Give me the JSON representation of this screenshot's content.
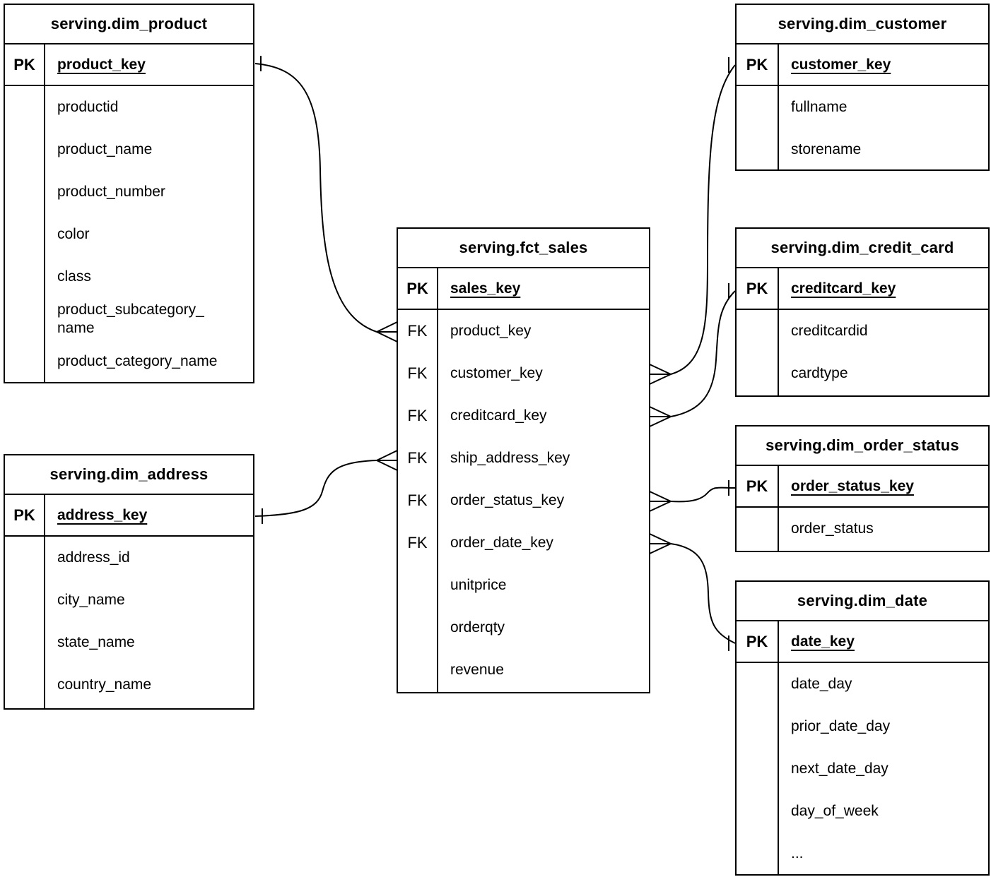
{
  "tables": {
    "dim_product": {
      "title": "serving.dim_product",
      "pk_label": "PK",
      "pk_field": "product_key",
      "fields": [
        "productid",
        "product_name",
        "product_number",
        "color",
        "class",
        "product_subcategory_\nname",
        "product_category_name"
      ]
    },
    "dim_address": {
      "title": "serving.dim_address",
      "pk_label": "PK",
      "pk_field": "address_key",
      "fields": [
        "address_id",
        "city_name",
        "state_name",
        "country_name"
      ]
    },
    "fct_sales": {
      "title": "serving.fct_sales",
      "pk_label": "PK",
      "pk_field": "sales_key",
      "fk_labels": [
        "FK",
        "FK",
        "FK",
        "FK",
        "FK",
        "FK",
        "",
        "",
        ""
      ],
      "fields": [
        "product_key",
        "customer_key",
        "creditcard_key",
        "ship_address_key",
        "order_status_key",
        "order_date_key",
        "unitprice",
        "orderqty",
        "revenue"
      ]
    },
    "dim_customer": {
      "title": "serving.dim_customer",
      "pk_label": "PK",
      "pk_field": "customer_key",
      "fields": [
        "fullname",
        "storename"
      ]
    },
    "dim_credit_card": {
      "title": "serving.dim_credit_card",
      "pk_label": "PK",
      "pk_field": "creditcard_key",
      "fields": [
        "creditcardid",
        "cardtype"
      ]
    },
    "dim_order_status": {
      "title": "serving.dim_order_status",
      "pk_label": "PK",
      "pk_field": "order_status_key",
      "fields": [
        "order_status"
      ]
    },
    "dim_date": {
      "title": "serving.dim_date",
      "pk_label": "PK",
      "pk_field": "date_key",
      "fields": [
        "date_day",
        "prior_date_day",
        "next_date_day",
        "day_of_week",
        "..."
      ]
    }
  },
  "relationships": [
    {
      "fact": "serving.fct_sales",
      "fact_column": "product_key",
      "dimension": "serving.dim_product",
      "dimension_column": "product_key",
      "cardinality": "many-to-one"
    },
    {
      "fact": "serving.fct_sales",
      "fact_column": "ship_address_key",
      "dimension": "serving.dim_address",
      "dimension_column": "address_key",
      "cardinality": "many-to-one"
    },
    {
      "fact": "serving.fct_sales",
      "fact_column": "customer_key",
      "dimension": "serving.dim_customer",
      "dimension_column": "customer_key",
      "cardinality": "many-to-one"
    },
    {
      "fact": "serving.fct_sales",
      "fact_column": "creditcard_key",
      "dimension": "serving.dim_credit_card",
      "dimension_column": "creditcard_key",
      "cardinality": "many-to-one"
    },
    {
      "fact": "serving.fct_sales",
      "fact_column": "order_status_key",
      "dimension": "serving.dim_order_status",
      "dimension_column": "order_status_key",
      "cardinality": "many-to-one"
    },
    {
      "fact": "serving.fct_sales",
      "fact_column": "order_date_key",
      "dimension": "serving.dim_date",
      "dimension_column": "date_key",
      "cardinality": "many-to-one"
    }
  ],
  "colors": {
    "background": "#ffffff",
    "line": "#000000",
    "text": "#000000"
  }
}
